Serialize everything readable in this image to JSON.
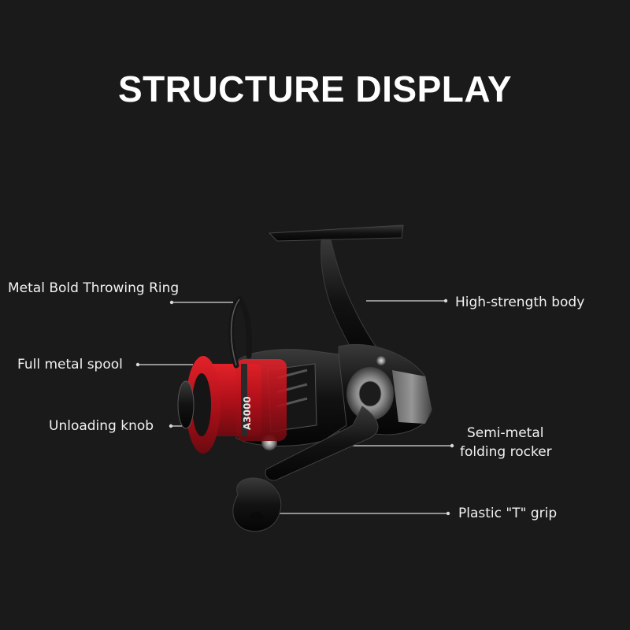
{
  "title": "STRUCTURE DISPLAY",
  "reel": {
    "model_mark": "A3000"
  },
  "labels": {
    "throwing_ring": "Metal Bold Throwing Ring",
    "spool": "Full metal spool",
    "unloading_knob": "Unloading knob",
    "body": "High-strength body",
    "rocker_line1": "Semi-metal",
    "rocker_line2": "folding rocker",
    "grip": "Plastic \"T\" grip"
  },
  "colors": {
    "background": "#1a1a1a",
    "accent_red": "#c8141c",
    "leader_line": "#d9d9d9"
  }
}
